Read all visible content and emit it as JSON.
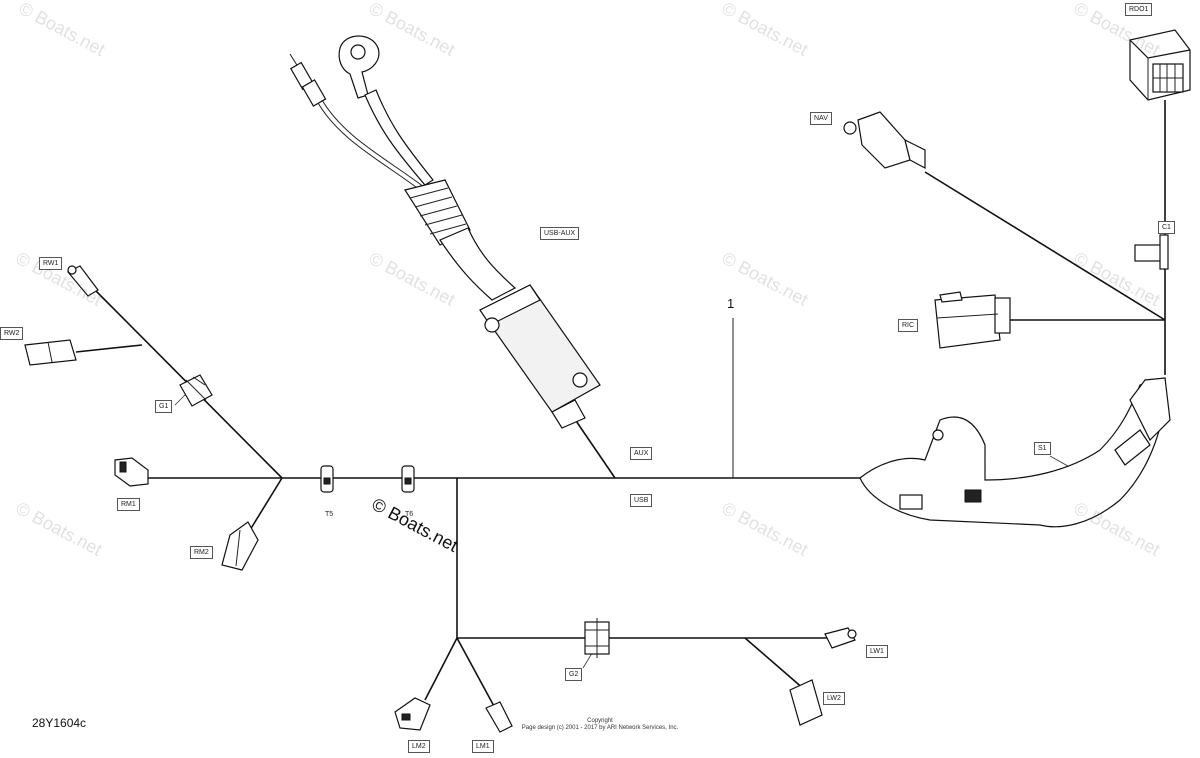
{
  "watermark": "© Boats.net",
  "callout_number": "1",
  "part_code": "28Y1604c",
  "copyright": {
    "line1": "Copyright",
    "line2": "Page design (c) 2001 - 2017 by ARI Network Services, Inc."
  },
  "labels": {
    "rdo1": "RDO1",
    "nav": "NAV",
    "c1": "C1",
    "ric": "RIC",
    "s1": "S1",
    "usb_aux": "USB-AUX",
    "aux": "AUX",
    "usb": "USB",
    "rw1": "RW1",
    "rw2": "RW2",
    "g1": "G1",
    "rm1": "RM1",
    "rm2": "RM2",
    "t5": "T5",
    "t6": "T6",
    "g2": "G2",
    "lw1": "LW1",
    "lw2": "LW2",
    "lm2": "LM2",
    "lm1": "LM1"
  }
}
